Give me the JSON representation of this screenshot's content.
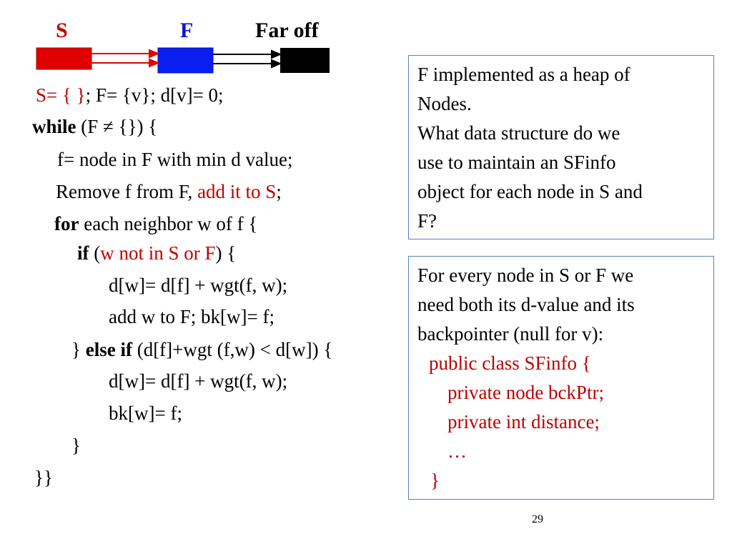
{
  "legend": {
    "s_label": "S",
    "f_label": "F",
    "far_label": "Far off",
    "s_color": "#e00000",
    "f_color": "#0a1ef0",
    "far_color": "#000000"
  },
  "code": {
    "l1_s": "S=",
    "l1_braces": "{ }",
    "l1_rest": ";  F=  {v};  d[v]= 0;",
    "l2_kw": "while",
    "l2_rest": "  (F ≠  {})  {",
    "l3": "f= node in F with min d value;",
    "l4_a": "Remove f from F, ",
    "l4_red": "add it to S",
    "l4_b": ";",
    "l5_kw": "for",
    "l5_rest": " each neighbor w of f {",
    "l6_kw": "if",
    "l6_open": " (",
    "l6_red": "w not in S or F",
    "l6_close": ") {",
    "l7": "d[w]=  d[f] + wgt(f, w);",
    "l8": "add w to F; bk[w]=  f;",
    "l9_a": "} ",
    "l9_kw": "else if",
    "l9_rest": " (d[f]+wgt (f,w) < d[w])  {",
    "l10": "d[w]= d[f] + wgt(f, w);",
    "l11": "bk[w]=  f;",
    "l12": "}",
    "l13": "}}"
  },
  "question_box": {
    "lines": [
      "F implemented as a heap of",
      "Nodes.",
      "What data structure do we",
      "use to maintain an SFinfo",
      "object for each node in S and",
      "F?"
    ]
  },
  "answer_box": {
    "lines": [
      "For every node in S or F we",
      "need both its d-value and its",
      "backpointer (null for v):"
    ],
    "code": [
      "public class SFinfo {",
      "private node bckPtr;",
      "private int distance;",
      "…",
      "}"
    ]
  },
  "page_number": "29"
}
